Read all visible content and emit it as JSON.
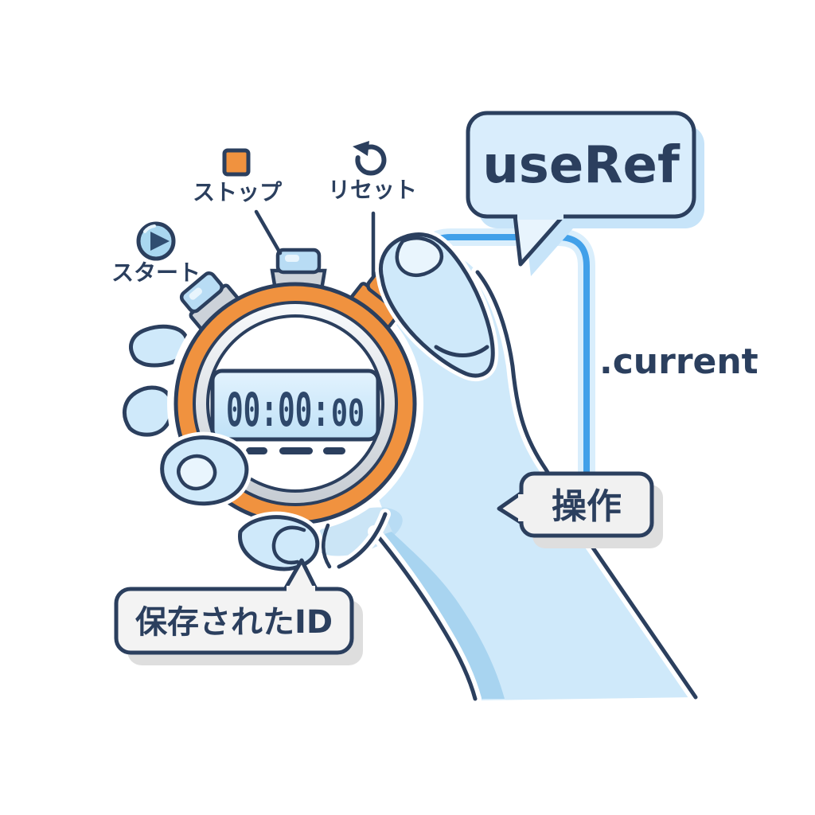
{
  "colors": {
    "outline_navy": "#2b3f5e",
    "accent_orange": "#f0923f",
    "accent_blue": "#41a0e9",
    "hand_blue": "#cfe9fa",
    "hand_shade_blue": "#a8d4f0",
    "bubble_blue": "#d9edfc",
    "bubble_gray": "#f1f1f1",
    "display_blue": "#cde8fa"
  },
  "stopwatch": {
    "display": "00:00:00",
    "display_main": "00:00:",
    "display_small": "00"
  },
  "controls": {
    "start": {
      "label": "スタート",
      "icon": "play-icon"
    },
    "stop": {
      "label": "ストップ",
      "icon": "stop-icon"
    },
    "reset": {
      "label": "リセット",
      "icon": "reset-arrow-icon"
    }
  },
  "callouts": {
    "useref": {
      "label": "useRef"
    },
    "current": {
      "label": ".current"
    },
    "operation": {
      "label": "操作"
    },
    "saved_id": {
      "label": "保存されたID"
    }
  }
}
